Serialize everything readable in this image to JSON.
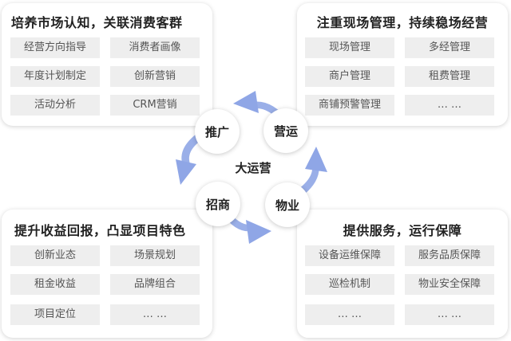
{
  "center": {
    "label": "大运营",
    "nodes": [
      {
        "id": "promote",
        "label": "推广"
      },
      {
        "id": "operate",
        "label": "营运"
      },
      {
        "id": "merchant",
        "label": "招商"
      },
      {
        "id": "property",
        "label": "物业"
      }
    ]
  },
  "quadrants": {
    "top_left": {
      "title": "培养市场认知，关联消费客群",
      "items": [
        "经营方向指导",
        "消费者画像",
        "年度计划制定",
        "创新营销",
        "活动分析",
        "CRM营销"
      ]
    },
    "top_right": {
      "title": "注重现场管理，持续稳场经营",
      "items": [
        "现场管理",
        "多经管理",
        "商户管理",
        "租费管理",
        "商铺预警管理",
        "… …"
      ]
    },
    "bottom_left": {
      "title": "提升收益回报，凸显项目特色",
      "items": [
        "创新业态",
        "场景规划",
        "租金收益",
        "品牌组合",
        "项目定位",
        "… …"
      ]
    },
    "bottom_right": {
      "title": "提供服务，运行保障",
      "items": [
        "设备运维保障",
        "服务品质保障",
        "巡检机制",
        "物业安全保障",
        "… …",
        "… …"
      ]
    }
  },
  "colors": {
    "arrow_fill": "#8fa6e6",
    "item_bg": "#eeeeee",
    "card_bg": "#ffffff"
  }
}
